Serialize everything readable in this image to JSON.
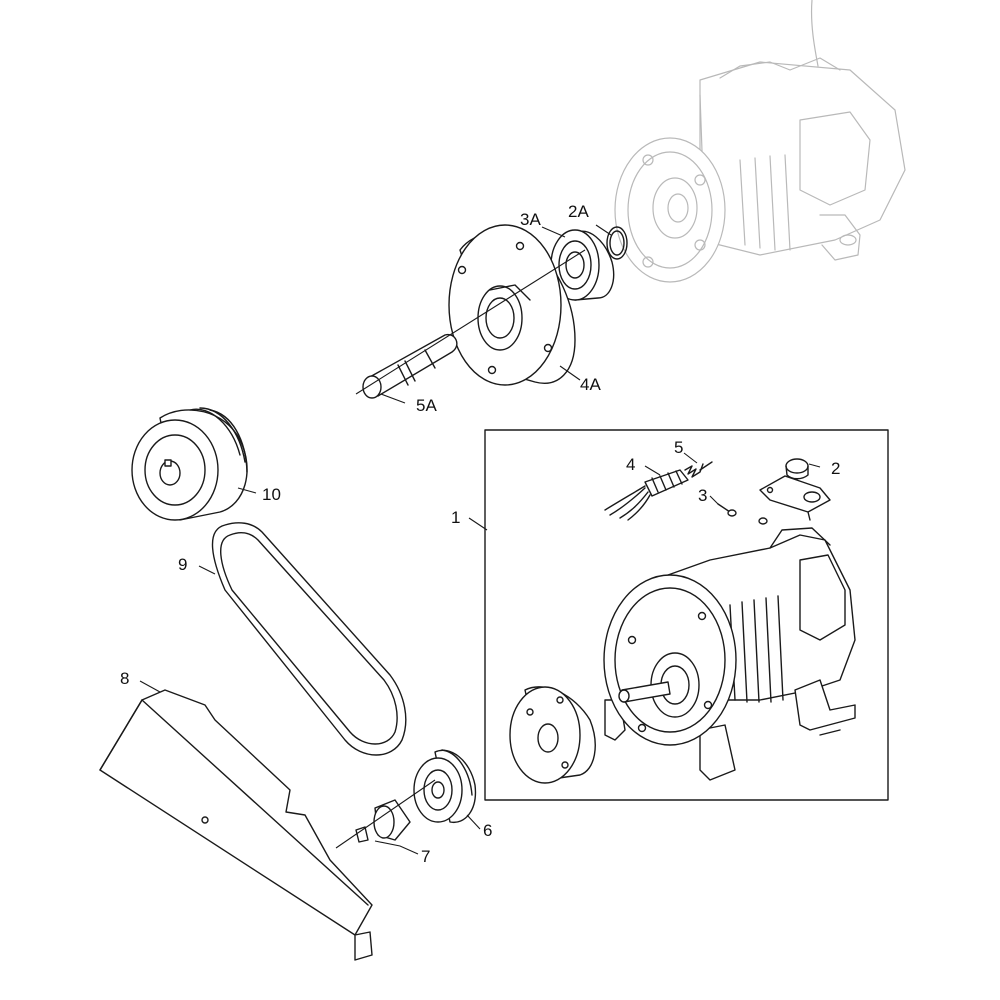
{
  "colors": {
    "ink": "#1a1a1a",
    "ghost": "#b9b9b9",
    "background": "#ffffff"
  },
  "callouts": {
    "c1": "1",
    "c2": "2",
    "c3": "3",
    "c4": "4",
    "c5": "5",
    "c6": "6",
    "c7": "7",
    "c8": "8",
    "c9": "9",
    "c10": "10",
    "c2A": "2A",
    "c3A": "3A",
    "c4A": "4A",
    "c5A": "5A"
  }
}
